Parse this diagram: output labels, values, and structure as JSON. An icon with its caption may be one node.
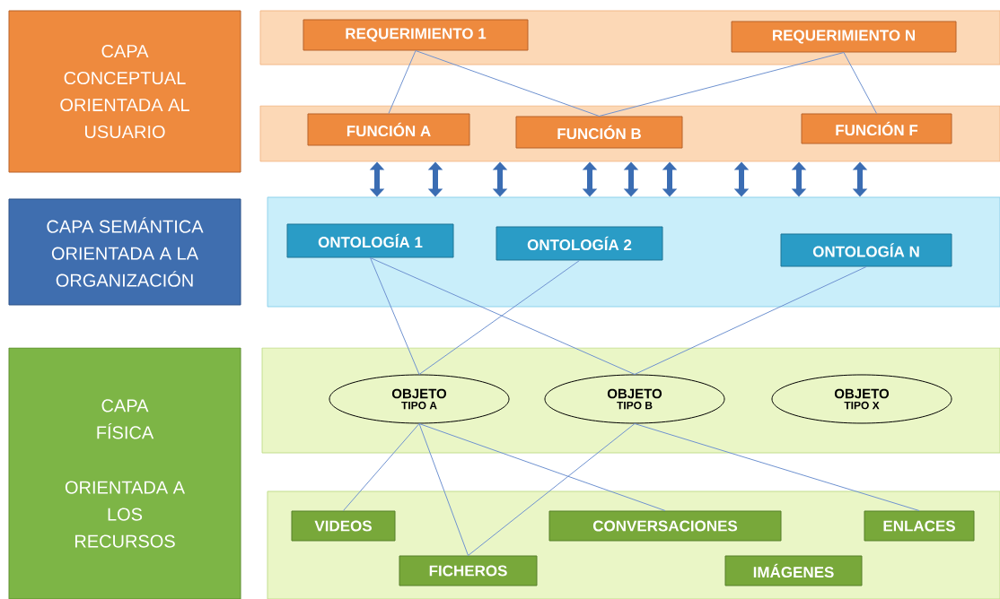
{
  "diagram": {
    "nodes": [
      {
        "text": [
          "CAPA CONCEPTUAL ORIENTADA AL USUARIO"
        ]
      },
      {
        "text": [
          "CAPA SEMÁNTICA ORIENTADA A LA ORGANIZACIÓN"
        ]
      },
      {
        "text": [
          "CAPA FÍSICA",
          "ORIENTADA A LOS RECURSOS"
        ]
      },
      {
        "text": [],
        "shape": "box"
      },
      {
        "text": [
          "REQUERIMIENTO 1"
        ],
        "in": 3
      },
      {
        "text": [
          "REQUERIMIENTO N"
        ],
        "in": 3
      },
      {
        "text": [],
        "shape": "box"
      },
      {
        "text": [
          "FUNCIÓN A"
        ],
        "in": 6
      },
      {
        "text": [
          "FUNCIÓN B"
        ],
        "in": 6
      },
      {
        "text": [
          "FUNCIÓN F"
        ],
        "in": 6
      },
      {
        "text": [],
        "shape": "box"
      },
      {
        "text": [
          "ONTOLOGÍA 1"
        ],
        "in": 10
      },
      {
        "text": [
          "ONTOLOGÍA 2"
        ],
        "in": 10
      },
      {
        "text": [
          "ONTOLOGÍA N"
        ],
        "in": 10
      },
      {
        "text": [],
        "shape": "box"
      },
      {
        "text": [
          "OBJETO",
          "TIPO A"
        ],
        "in": 14
      },
      {
        "text": [
          "OBJETO",
          "TIPO B"
        ],
        "in": 14
      },
      {
        "text": [
          "OBJETO",
          "TIPO X"
        ],
        "in": 14
      },
      {
        "text": [],
        "shape": "box"
      },
      {
        "text": [
          "VIDEOS"
        ],
        "in": 18
      },
      {
        "text": [
          "CONVERSACIONES"
        ],
        "in": 18
      },
      {
        "text": [
          "ENLACES"
        ],
        "in": 18
      },
      {
        "text": [
          "FICHEROS"
        ],
        "in": 18
      },
      {
        "text": [
          "IMÁGENES"
        ],
        "in": 18
      }
    ],
    "edges": [
      {
        "from": 4,
        "to": 7,
        "arrow": "none"
      },
      {
        "from": 4,
        "to": 8,
        "arrow": "none"
      },
      {
        "from": 5,
        "to": 8,
        "arrow": "none"
      },
      {
        "from": 5,
        "to": 9,
        "arrow": "none"
      },
      {
        "from": 6,
        "to": 10,
        "arrow": "both",
        "style": "thick",
        "color": "#3b6db3"
      },
      {
        "from": 6,
        "to": 10,
        "arrow": "both",
        "style": "thick",
        "color": "#3b6db3"
      },
      {
        "from": 6,
        "to": 10,
        "arrow": "both",
        "style": "thick",
        "color": "#3b6db3"
      },
      {
        "from": 6,
        "to": 10,
        "arrow": "both",
        "style": "thick",
        "color": "#3b6db3"
      },
      {
        "from": 6,
        "to": 10,
        "arrow": "both",
        "style": "thick",
        "color": "#3b6db3"
      },
      {
        "from": 6,
        "to": 10,
        "arrow": "both",
        "style": "thick",
        "color": "#3b6db3"
      },
      {
        "from": 6,
        "to": 10,
        "arrow": "both",
        "style": "thick",
        "color": "#3b6db3"
      },
      {
        "from": 6,
        "to": 10,
        "arrow": "both",
        "style": "thick",
        "color": "#3b6db3"
      },
      {
        "from": 6,
        "to": 10,
        "arrow": "both",
        "style": "thick",
        "color": "#3b6db3"
      },
      {
        "from": 11,
        "to": 15,
        "arrow": "none"
      },
      {
        "from": 11,
        "to": 16,
        "arrow": "none"
      },
      {
        "from": 12,
        "to": 15,
        "arrow": "none"
      },
      {
        "from": 13,
        "to": 16,
        "arrow": "none"
      },
      {
        "from": 15,
        "to": 19,
        "arrow": "none"
      },
      {
        "from": 15,
        "to": 22,
        "arrow": "none"
      },
      {
        "from": 15,
        "to": 20,
        "arrow": "none"
      },
      {
        "from": 16,
        "to": 22,
        "arrow": "none"
      },
      {
        "from": 16,
        "to": 21,
        "arrow": "none"
      }
    ]
  }
}
